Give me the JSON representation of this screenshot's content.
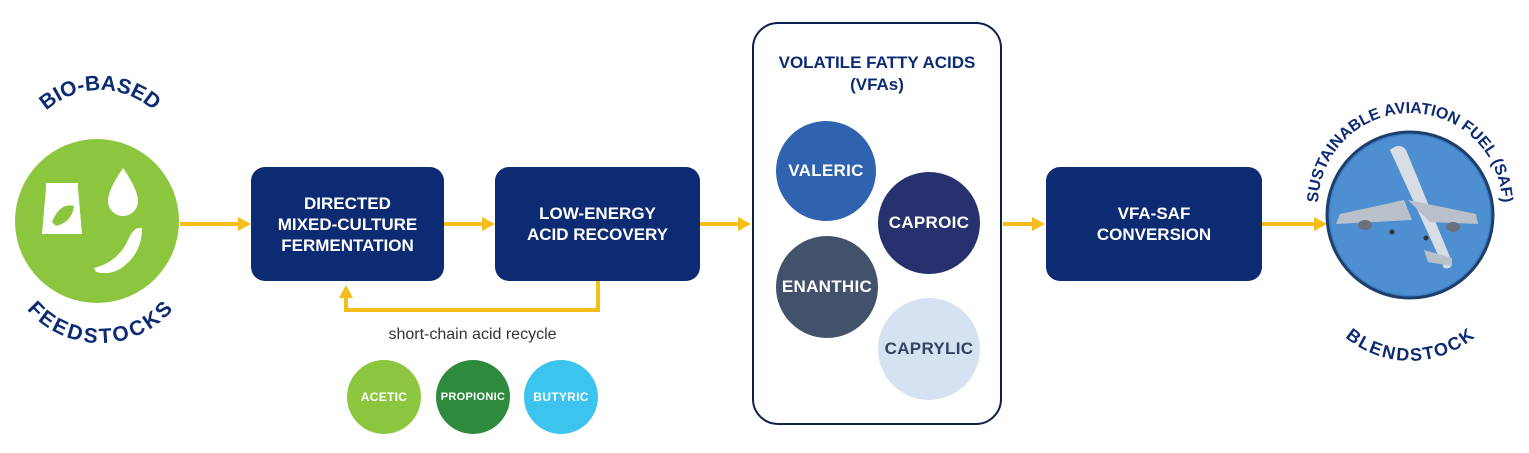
{
  "feedstock": {
    "top_label": "BIO-BASED",
    "bottom_label": "FEEDSTOCKS",
    "icons": [
      "bag-leaf-icon",
      "water-drop-icon",
      "banana-peel-icon"
    ]
  },
  "steps": [
    {
      "lines": [
        "DIRECTED",
        "MIXED-CULTURE",
        "FERMENTATION"
      ]
    },
    {
      "lines": [
        "LOW-ENERGY",
        "ACID RECOVERY"
      ]
    },
    {
      "lines": [
        "VFA-SAF",
        "CONVERSION"
      ]
    }
  ],
  "vfa": {
    "title_line1": "VOLATILE FATTY ACIDS",
    "title_line2": "(VFAs)",
    "acids": [
      {
        "name": "VALERIC",
        "color": "#2f63b0"
      },
      {
        "name": "CAPROIC",
        "color": "#27316e"
      },
      {
        "name": "ENANTHIC",
        "color": "#43526b"
      },
      {
        "name": "CAPRYLIC",
        "color": "#d5e2f2"
      }
    ]
  },
  "recycle": {
    "label": "short-chain acid recycle",
    "acids": [
      {
        "name": "ACETIC",
        "color": "#8cc63f"
      },
      {
        "name": "PROPIONIC",
        "color": "#2e8b3e"
      },
      {
        "name": "BUTYRIC",
        "color": "#3cc3ee"
      }
    ]
  },
  "saf": {
    "top_label": "SUSTAINABLE AVIATION FUEL (SAF)",
    "bottom_label": "BLENDSTOCK"
  },
  "colors": {
    "navy": "#0d2b73",
    "arrow": "#f6be1a",
    "feedstock_green": "#8cc63f"
  }
}
